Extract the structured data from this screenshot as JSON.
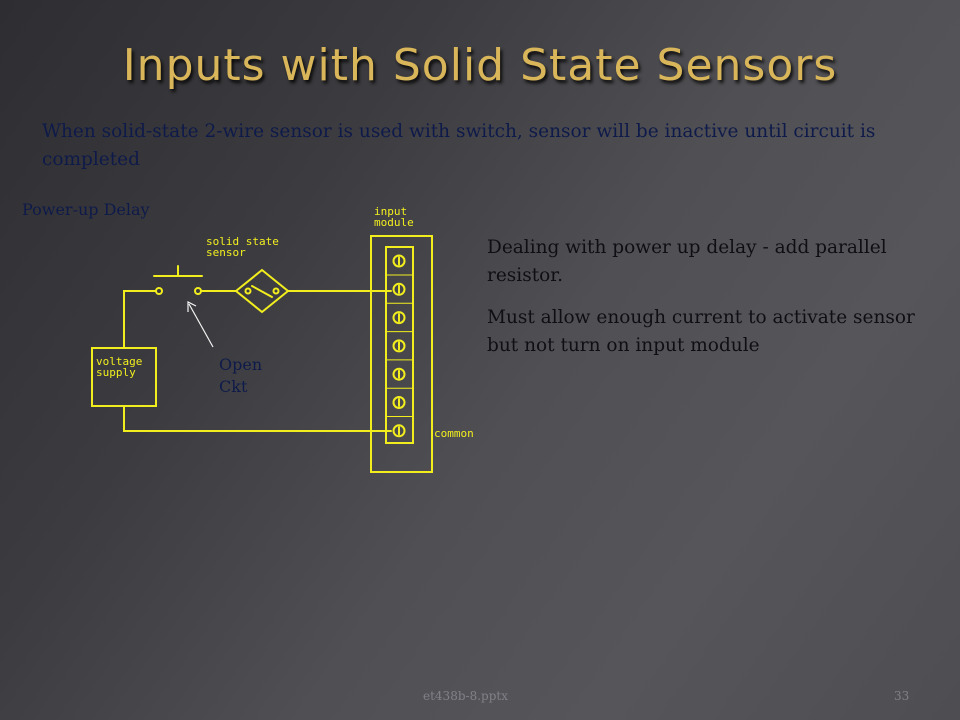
{
  "slide": {
    "title": "Inputs with Solid State Sensors",
    "intro": "When solid-state 2-wire sensor is used with switch, sensor will be inactive until circuit is completed",
    "subheading": "Power-up Delay",
    "paragraphs": [
      "Dealing with power up delay - add parallel resistor.",
      "Must allow enough current to activate sensor but not turn on input module"
    ],
    "footer_file": "et438b-8.pptx",
    "page_number": "33"
  },
  "diagram": {
    "input_module_label": [
      "input",
      "module"
    ],
    "sensor_label": [
      "solid state",
      "sensor"
    ],
    "supply_label": [
      "voltage",
      "supply"
    ],
    "common_label": "common",
    "open_label": [
      "Open",
      "Ckt"
    ],
    "terminal_count": 7,
    "wire_color": "#f2ee1e"
  },
  "colors": {
    "title": "#d9b65a",
    "text": "#0e1a4a",
    "diagram": "#f2ee1e"
  }
}
